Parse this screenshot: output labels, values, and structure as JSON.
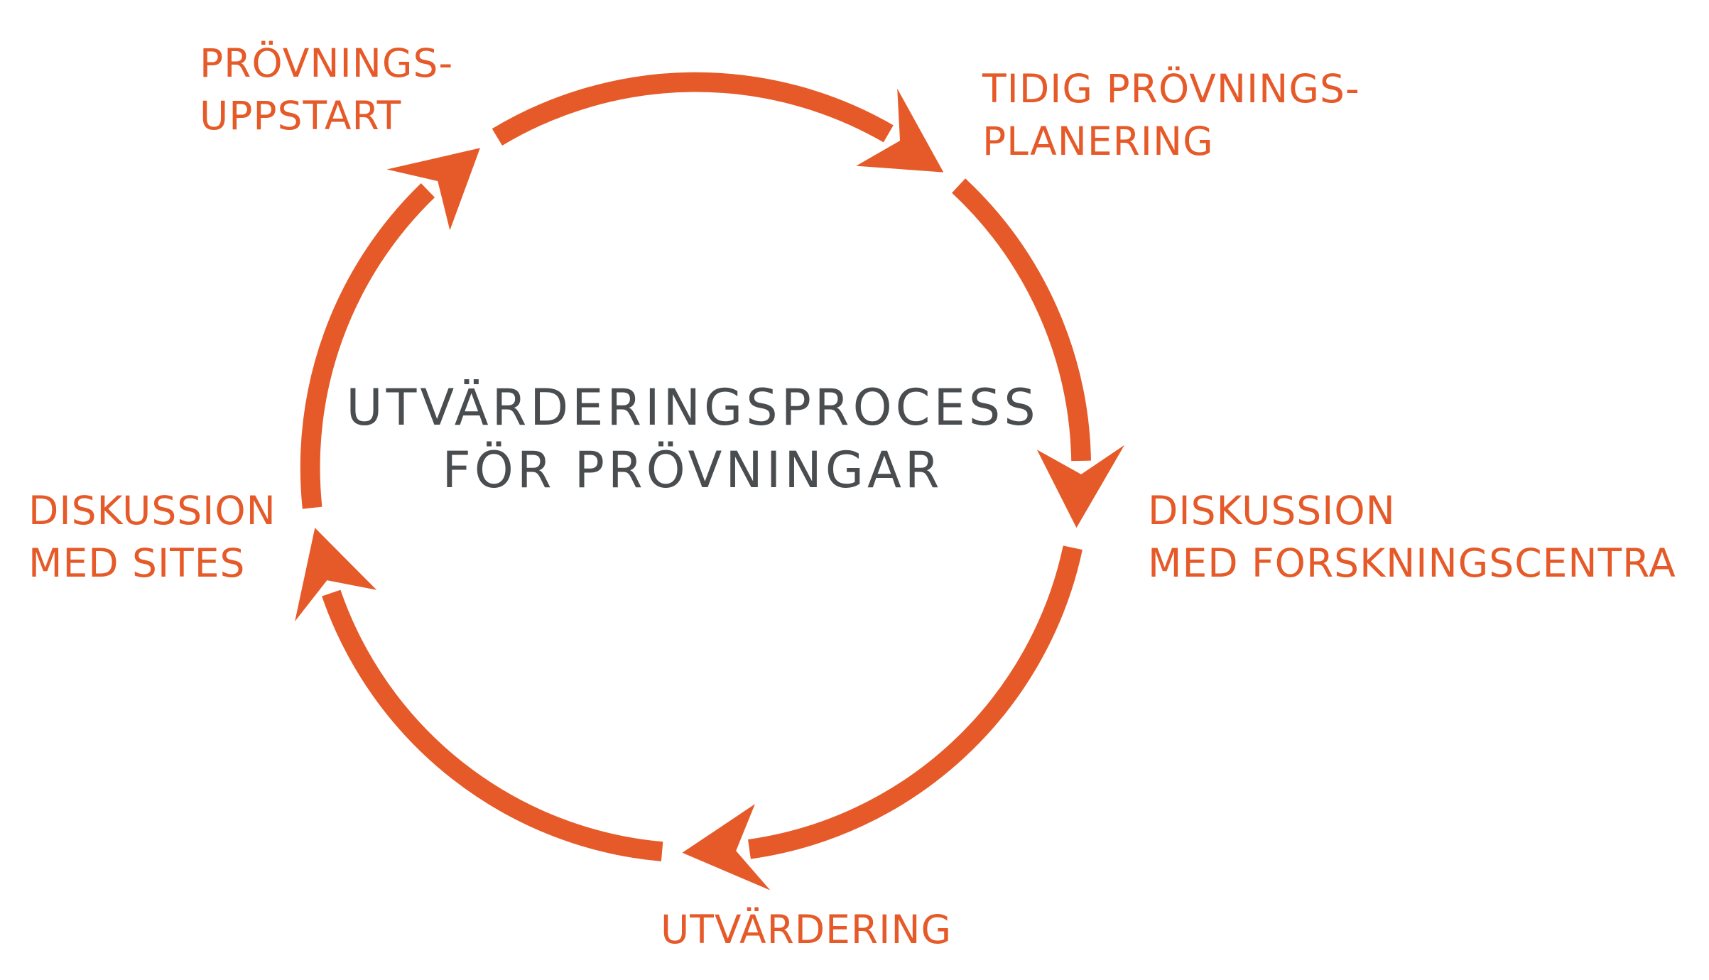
{
  "title": {
    "line1": "UTVÄRDERINGSPROCESS",
    "line2": "FÖR PRÖVNINGAR"
  },
  "steps": [
    {
      "line1": "PRÖVNINGS-",
      "line2": "UPPSTART"
    },
    {
      "line1": "TIDIG PRÖVNINGS-",
      "line2": "PLANERING"
    },
    {
      "line1": "DISKUSSION",
      "line2": "MED FORSKNINGSCENTRA"
    },
    {
      "line1": "UTVÄRDERING"
    },
    {
      "line1": "DISKUSSION",
      "line2": "MED SITES"
    }
  ],
  "colors": {
    "accent": "#E55A28",
    "text": "#4A4D4F"
  }
}
